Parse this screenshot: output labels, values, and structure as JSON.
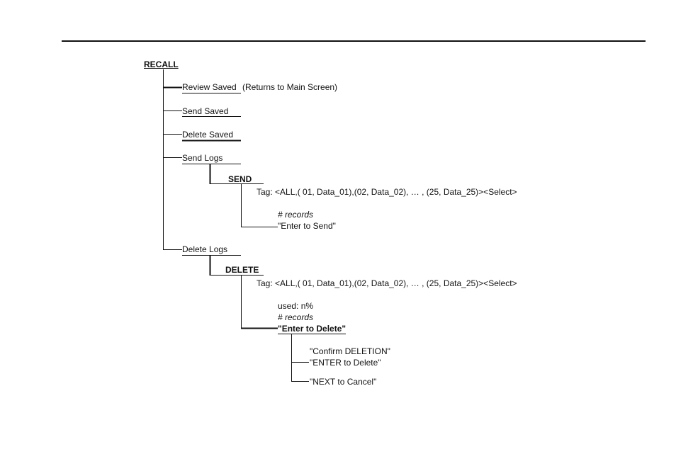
{
  "menu": {
    "root": "RECALL",
    "review_saved": "Review Saved",
    "review_note": "(Returns to Main Screen)",
    "send_saved": "Send Saved",
    "delete_saved": "Delete Saved",
    "send_logs": "Send Logs",
    "delete_logs": "Delete Logs"
  },
  "send": {
    "heading": "SEND",
    "tag": "Tag: <ALL,( 01, Data_01),(02, Data_02),  … , (25, Data_25)><Select>",
    "records": "# records",
    "enter": "\"Enter to Send\""
  },
  "delete": {
    "heading": "DELETE",
    "tag": "Tag: <ALL,( 01, Data_01),(02, Data_02),  … , (25, Data_25)><Select>",
    "used": "used: n%",
    "records": "# records",
    "enter": "\"Enter to Delete\""
  },
  "confirm": {
    "line1": "\"Confirm DELETION\"",
    "line2": "\"ENTER to Delete\"",
    "cancel": "\"NEXT to Cancel\""
  }
}
